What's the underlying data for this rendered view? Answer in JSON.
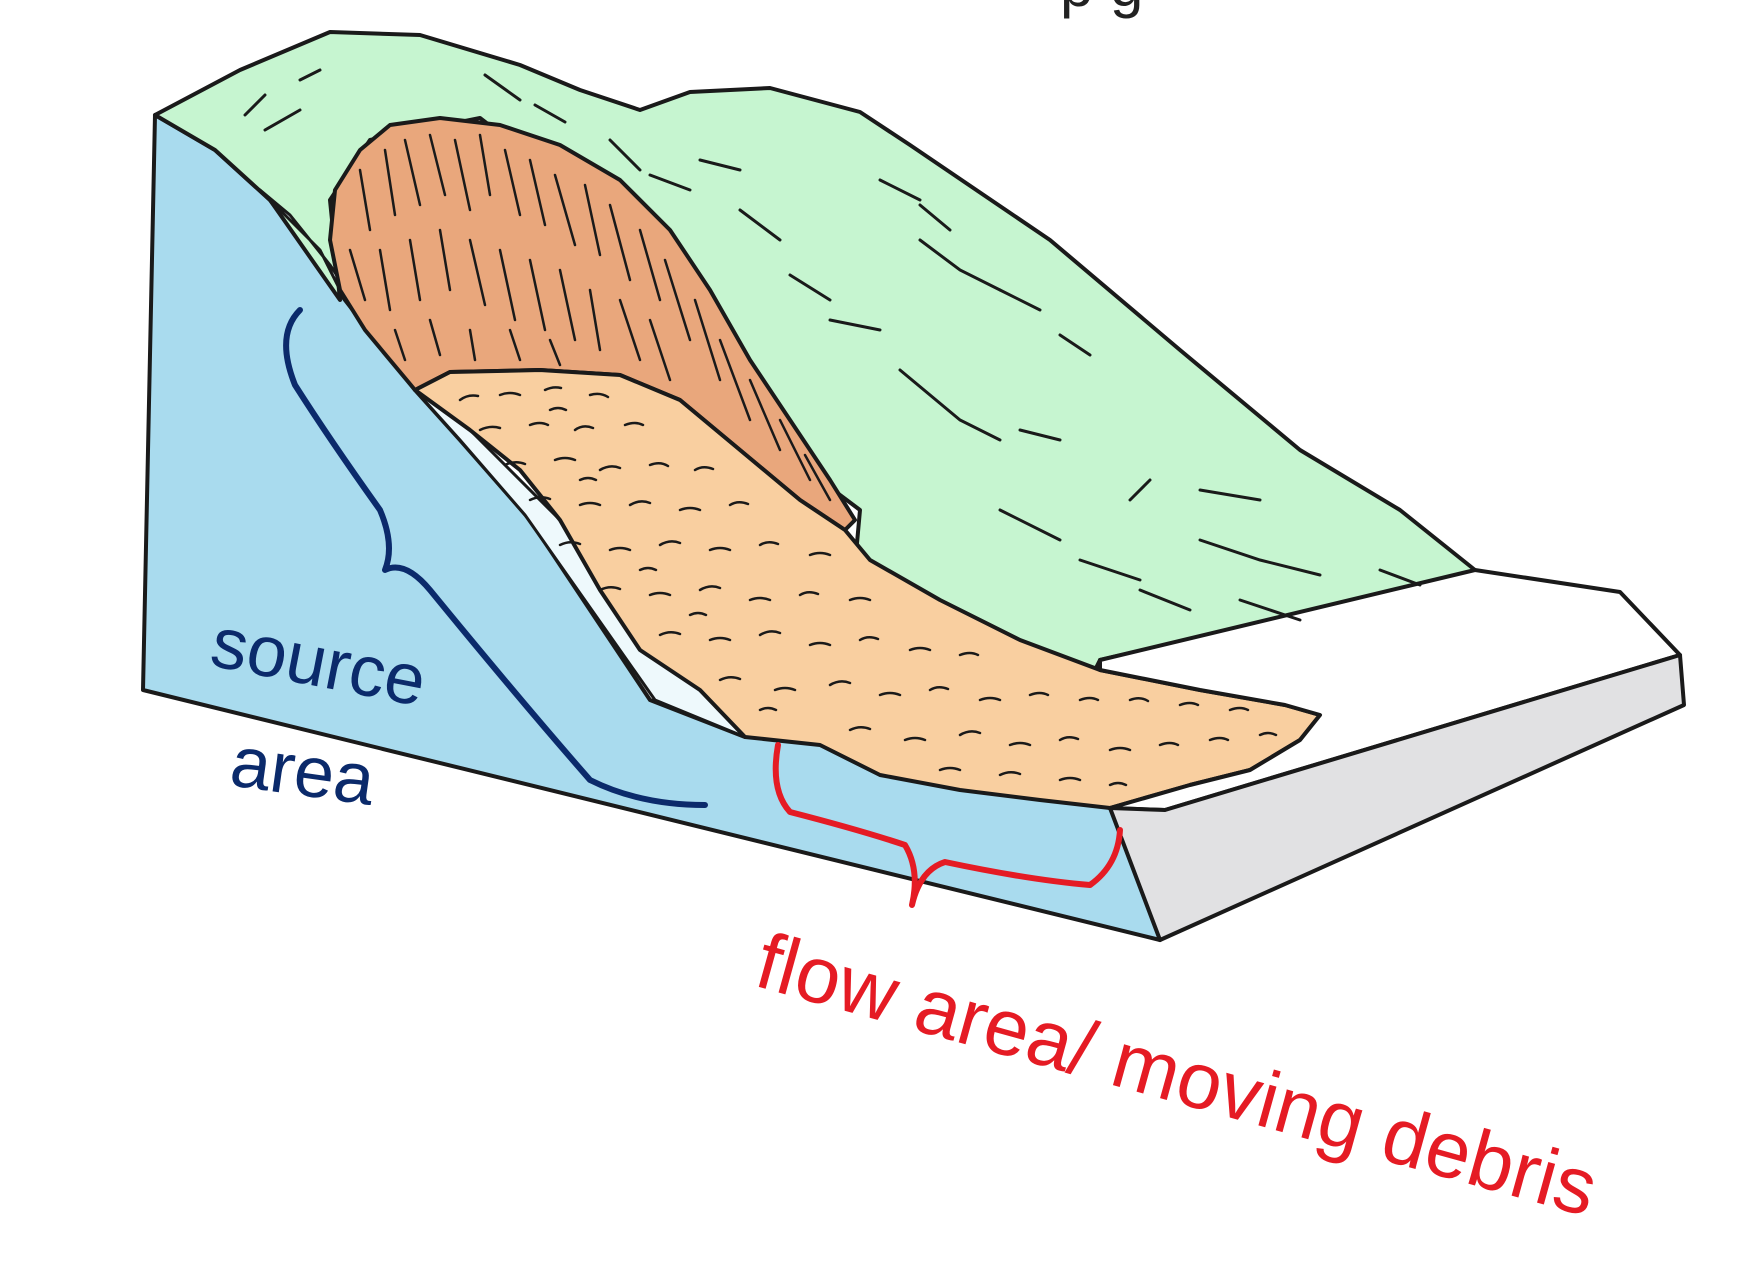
{
  "diagram": {
    "top_title_cropped": "p g",
    "labels": {
      "source_line1": "source",
      "source_line2": "area",
      "flow": "flow area/ moving debris"
    },
    "colors": {
      "background": "#ffffff",
      "slope_surface": "#c6f5d0",
      "block_side": "#a9dbee",
      "scarp": "#e9a77c",
      "debris": "#f9cfa0",
      "exposed_bedrock": "#eef9fc",
      "valley_floor_top": "#ffffff",
      "valley_floor_side": "#e1e1e3",
      "source_label": "#0b2a6b",
      "flow_label": "#e51b24",
      "outline": "#1a1a1a"
    }
  }
}
